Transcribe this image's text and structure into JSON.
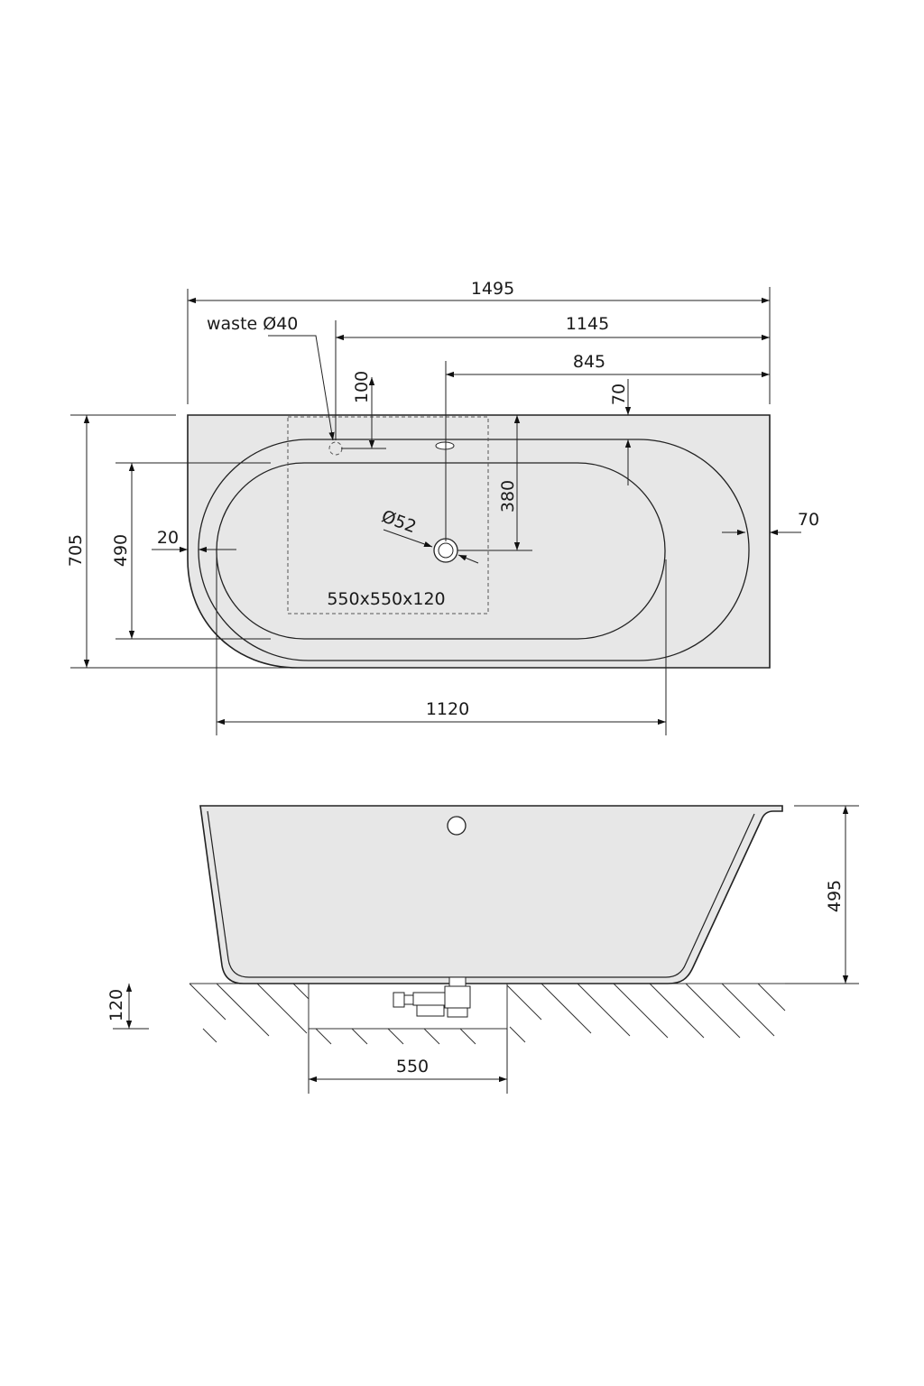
{
  "top_view": {
    "dimensions": {
      "overall_length": "1495",
      "waste_to_end": "1145",
      "overflow_to_end": "845",
      "waste_offset": "100",
      "rim_top": "70",
      "overall_width": "705",
      "inner_width": "490",
      "rim_left": "20",
      "drain_offset": "380",
      "drain_diameter": "Ø52",
      "rim_right": "70",
      "inner_length": "1120"
    },
    "labels": {
      "waste": "waste Ø40",
      "recess": "550x550x120"
    }
  },
  "side_view": {
    "dimensions": {
      "height": "495",
      "recess_depth": "120",
      "recess_width": "550"
    }
  },
  "colors": {
    "fill": "#e7e7e7",
    "line": "#222222",
    "background": "#ffffff"
  }
}
